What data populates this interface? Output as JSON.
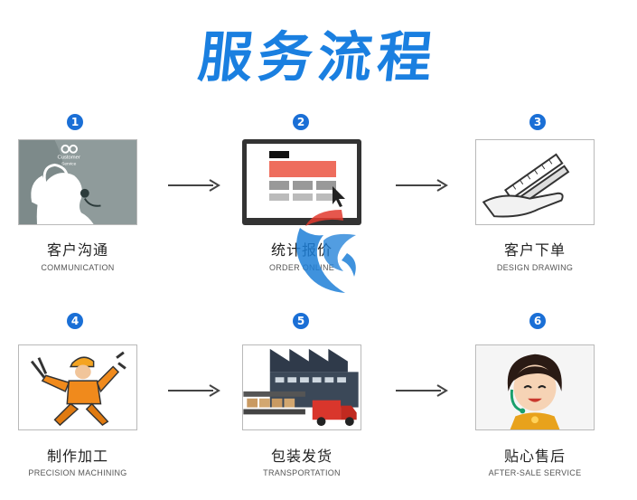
{
  "title": "服务流程",
  "steps": [
    {
      "num": "1",
      "cn": "客户沟通",
      "en": "COMMUNICATION",
      "badge": "Customer Service",
      "icon": "customer-service-icon"
    },
    {
      "num": "2",
      "cn": "统计报价",
      "en": "ORDER ONLINE",
      "icon": "monitor-order-icon"
    },
    {
      "num": "3",
      "cn": "客户下单",
      "en": "DESIGN DRAWING",
      "icon": "pen-hand-icon"
    },
    {
      "num": "4",
      "cn": "制作加工",
      "en": "PRECISION MACHINING",
      "icon": "worker-tools-icon"
    },
    {
      "num": "5",
      "cn": "包装发货",
      "en": "TRANSPORTATION",
      "icon": "warehouse-truck-icon"
    },
    {
      "num": "6",
      "cn": "贴心售后",
      "en": "AFTER-SALE SERVICE",
      "icon": "support-agent-icon"
    }
  ],
  "colors": {
    "title": "#1a7fe0",
    "badge": "#1a6fd6",
    "arrow": "#444444",
    "watermark_red": "#e23a2e",
    "watermark_blue": "#1e7fd8"
  }
}
